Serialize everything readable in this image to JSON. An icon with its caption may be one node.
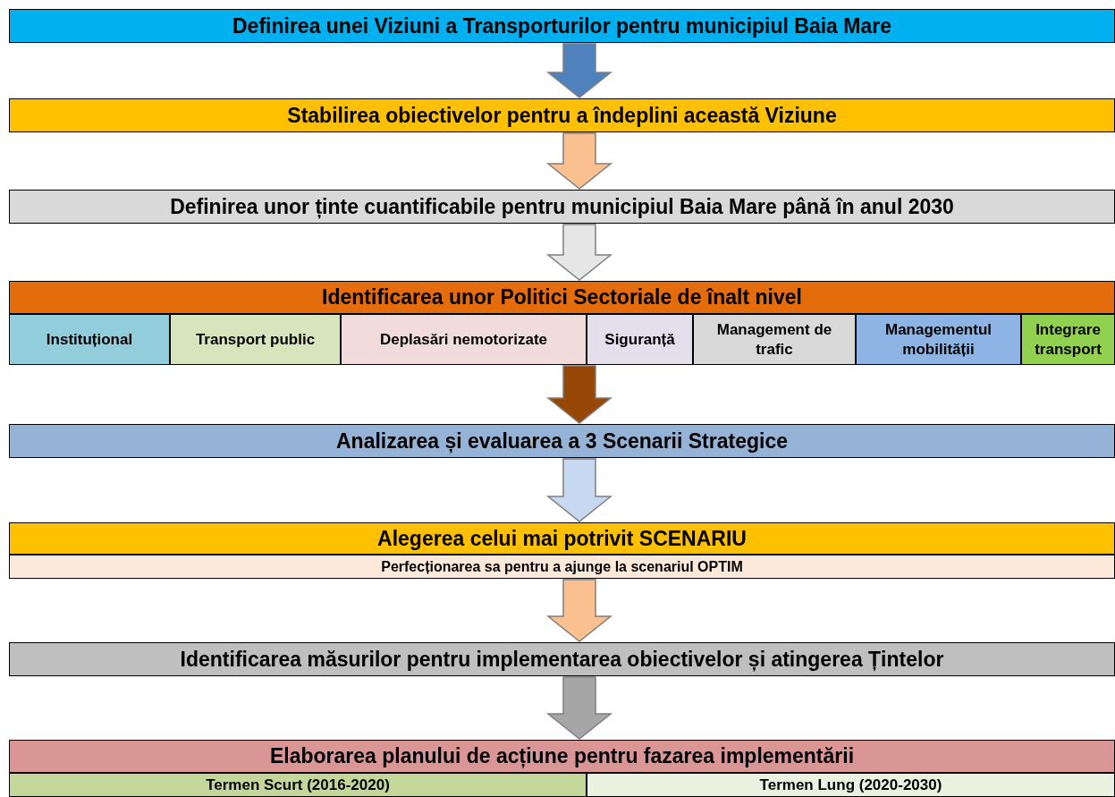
{
  "diagram": {
    "nodes": [
      {
        "text": [
          "Definirea unei Viziuni a Transporturilor pentru municipiul Baia Mare"
        ]
      },
      {
        "text": [
          "Stabilirea obiectivelor pentru a îndeplini această Viziune"
        ]
      },
      {
        "text": [
          "Definirea unor ținte cuantificabile pentru municipiul Baia Mare până în anul 2030"
        ]
      },
      {
        "text": [
          "Identificarea unor Politici Sectoriale de înalt nivel"
        ]
      },
      {
        "text": [
          "Instituțional"
        ]
      },
      {
        "text": [
          "Transport public"
        ]
      },
      {
        "text": [
          "Deplasări nemotorizate"
        ]
      },
      {
        "text": [
          "Siguranță"
        ]
      },
      {
        "text": [
          "Management de trafic"
        ]
      },
      {
        "text": [
          "Managementul mobilității"
        ]
      },
      {
        "text": [
          "Integrare transport"
        ]
      },
      {
        "text": [
          "Analizarea și evaluarea a 3 Scenarii Strategice"
        ]
      },
      {
        "text": [
          "Alegerea celui mai potrivit SCENARIU"
        ]
      },
      {
        "text": [
          "Perfecționarea sa pentru a ajunge la scenariul OPTIM"
        ]
      },
      {
        "text": [
          "Identificarea măsurilor pentru implementarea obiectivelor și atingerea Țintelor"
        ]
      },
      {
        "text": [
          "Elaborarea planului de acțiune pentru fazarea implementării"
        ]
      },
      {
        "text": [
          "Termen Scurt (2016-2020)"
        ]
      },
      {
        "text": [
          "Termen Lung (2020-2030)"
        ]
      }
    ],
    "edges": [
      {
        "from": 0,
        "to": 1,
        "arrow": "to",
        "color": "#4f81bd"
      },
      {
        "from": 1,
        "to": 2,
        "arrow": "to",
        "color": "#fac090"
      },
      {
        "from": 2,
        "to": 3,
        "arrow": "to",
        "color": "#e6e6e6"
      },
      {
        "from": 6,
        "to": 11,
        "arrow": "to",
        "color": "#974806"
      },
      {
        "from": 11,
        "to": 12,
        "arrow": "to",
        "color": "#c6d9f1"
      },
      {
        "from": 13,
        "to": 14,
        "arrow": "to",
        "color": "#fac090"
      },
      {
        "from": 14,
        "to": 15,
        "arrow": "to",
        "color": "#a6a6a6"
      }
    ]
  }
}
